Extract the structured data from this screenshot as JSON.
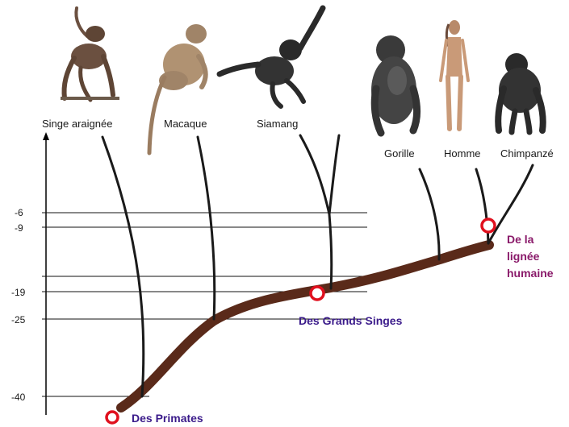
{
  "colors": {
    "ancestral_branch": "#5a2a1a",
    "lineage": "#1a1a1a",
    "node_marker": "#e0101e",
    "node_text_grands_singes": "#3a1a8a",
    "node_text_primates": "#3a1a8a",
    "node_text_lignee": "#8a1a6a",
    "axis": "#000000"
  },
  "species": [
    {
      "label": "Singe araignée",
      "icon": "spider-monkey-figure"
    },
    {
      "label": "Macaque",
      "icon": "macaque-figure"
    },
    {
      "label": "Siamang",
      "icon": "siamang-figure"
    },
    {
      "label": "Gorille",
      "icon": "gorilla-figure"
    },
    {
      "label": "Homme",
      "icon": "human-figure"
    },
    {
      "label": "Chimpanzé",
      "icon": "chimpanzee-figure"
    }
  ],
  "axis": {
    "ticks": [
      {
        "value": -6,
        "label": "-6"
      },
      {
        "value": -9,
        "label": "-9"
      },
      {
        "value": -19,
        "label": "-19"
      },
      {
        "value": -25,
        "label": "-25"
      },
      {
        "value": -40,
        "label": "-40"
      }
    ]
  },
  "nodes": {
    "primates": "Des Primates",
    "grands_singes": "Des Grands Singes",
    "lignee_line1": "De la",
    "lignee_line2": "lignée",
    "lignee_line3": "humaine"
  }
}
